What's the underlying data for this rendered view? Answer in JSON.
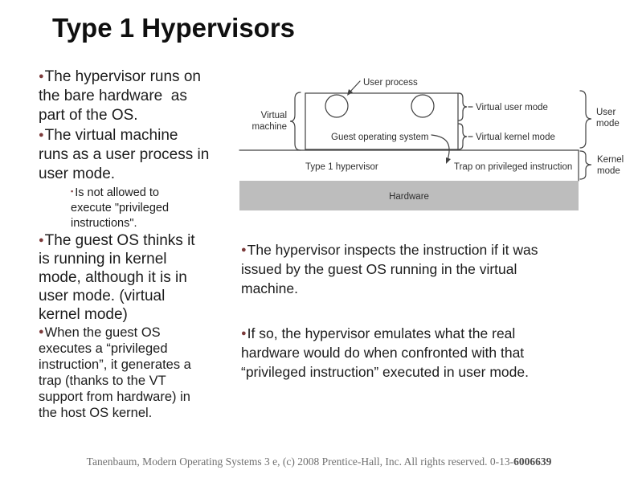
{
  "slide": {
    "title": "Type 1 Hypervisors",
    "background": "#ffffff",
    "bullet_color": "#7b3a3a",
    "footer": {
      "citation": "Tanenbaum, Modern Operating Systems 3 e, (c) 2008 Prentice-Hall, Inc. All rights reserved. 0-13-",
      "isbn_bold": "6006639"
    }
  },
  "left_column": {
    "bullets": [
      {
        "text": "The hypervisor runs on\nthe bare hardware  as\npart of the OS."
      },
      {
        "text": "The virtual machine\nruns as a user process in\nuser mode."
      },
      {
        "text": "Is not allowed to\nexecute \"privileged\ninstructions\"."
      },
      {
        "text": "The guest OS thinks it\nis running in kernel\nmode, although it is in\nuser mode. (virtual\nkernel mode)"
      },
      {
        "text": "When the guest OS\nexecutes a “privileged\ninstruction”, it generates a\ntrap (thanks to the VT\nsupport from hardware) in\nthe host OS kernel."
      }
    ]
  },
  "right_column": {
    "bullets": [
      {
        "text": "The hypervisor inspects the instruction if it was\nissued by the guest OS running in the virtual\nmachine."
      },
      {
        "text": "If so, the hypervisor emulates what the real\nhardware would do when confronted with that\n“privileged instruction” executed in user mode."
      }
    ]
  },
  "diagram": {
    "labels": {
      "user_process": "User process",
      "virtual_machine_lines": [
        "Virtual",
        "machine"
      ],
      "guest_os": "Guest operating system",
      "type1_hypervisor": "Type 1 hypervisor",
      "trap": "Trap on privileged instruction",
      "hardware": "Hardware",
      "virtual_user_mode": "Virtual user mode",
      "virtual_kernel_mode": "Virtual kernel mode",
      "user_mode_lines": [
        "User",
        "mode"
      ],
      "kernel_mode_lines": [
        "Kernel",
        "mode"
      ]
    },
    "colors": {
      "line": "#404040",
      "text": "#2e2e2e",
      "hardware_fill": "#bdbdbd"
    }
  }
}
